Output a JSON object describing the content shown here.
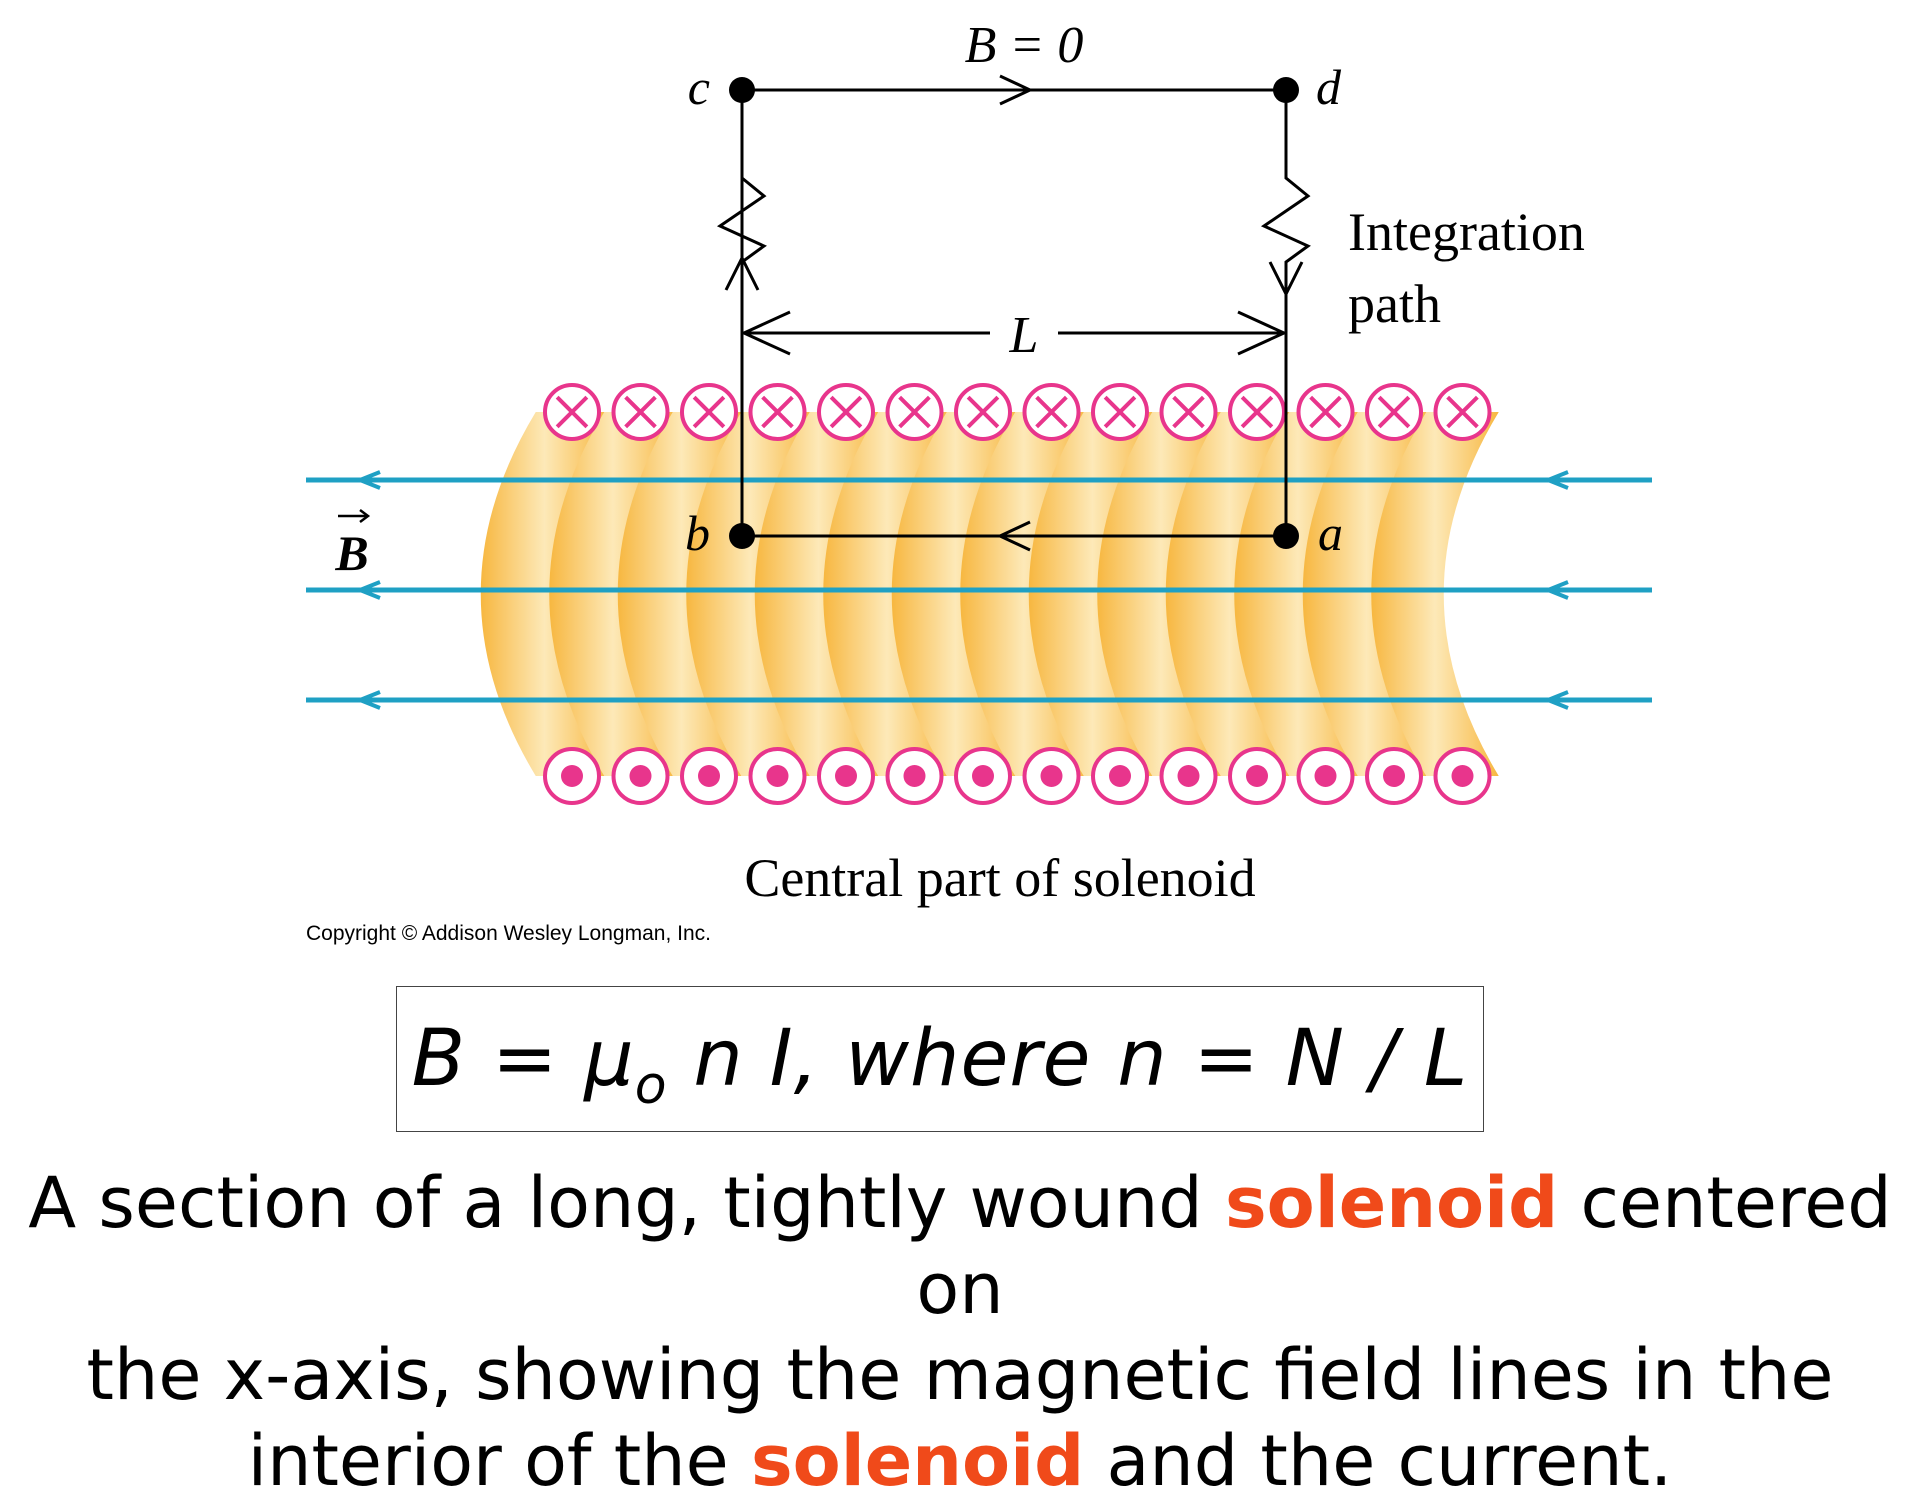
{
  "diagram": {
    "label_b_zero": "B = 0",
    "point_c": "c",
    "point_d": "d",
    "point_b": "b",
    "point_a": "a",
    "length_label": "L",
    "integration_line1": "Integration",
    "integration_line2": "path",
    "field_vector": "B",
    "solenoid_label": "Central part of solenoid",
    "copyright": "Copyright © Addison Wesley Longman, Inc.",
    "turns_count": 14,
    "field_line_color": "#1fa0c4",
    "winding_color": "#e8358c",
    "coil_color": "#f9c560"
  },
  "formula": {
    "part1": "B = μ",
    "subscript": "o",
    "part2": " n I,  where n = N / L"
  },
  "caption": {
    "line1_pre": "A section of a long, tightly wound ",
    "line1_highlight": "solenoid",
    "line1_post": " centered on",
    "line2": "the x-axis, showing the magnetic field lines in the",
    "line3_pre": "interior of the ",
    "line3_highlight": "solenoid",
    "line3_post": " and the current."
  }
}
